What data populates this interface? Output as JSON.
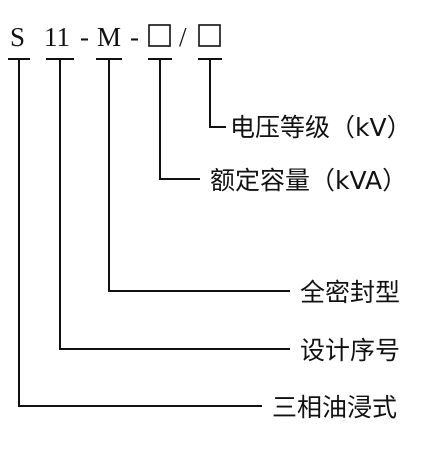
{
  "designation": {
    "s": "S",
    "sep1": "11",
    "dash1": "-",
    "m": "M",
    "dash2": "-",
    "slash": "/"
  },
  "labels": {
    "voltage": "电压等级（kV）",
    "rated_capacity": "额定容量（kVA）",
    "fully_sealed": "全密封型",
    "design_series": "设计序号",
    "three_phase_oil": "三相油浸式"
  }
}
